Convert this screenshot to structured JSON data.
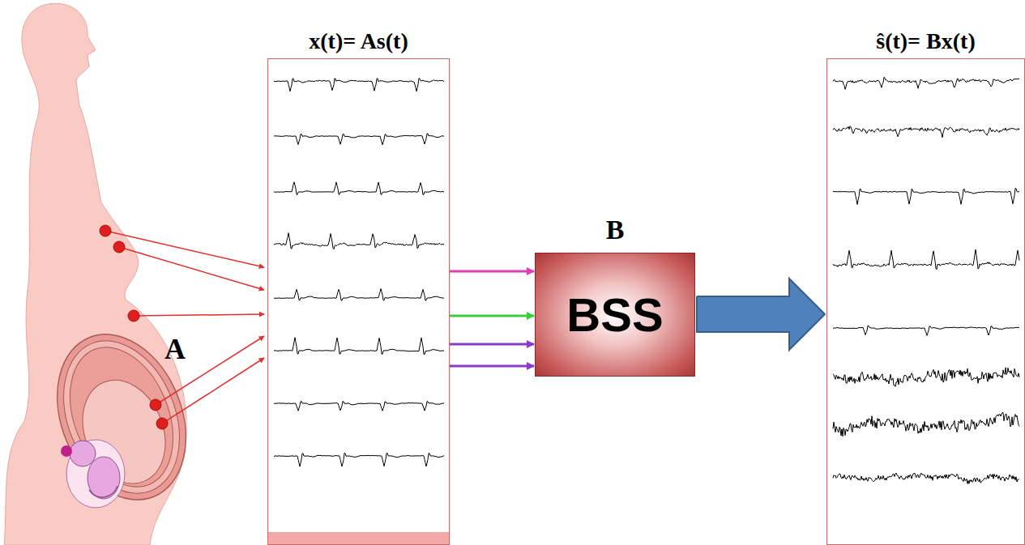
{
  "diagram": {
    "nodes": [
      {
        "text": [
          "x(t)= As(t)"
        ]
      },
      {
        "text": [
          "B",
          "BSS"
        ]
      },
      {
        "text": [
          "ŝ(t)= Bx(t)"
        ]
      }
    ],
    "edges": [
      {
        "from": 0,
        "to": 1,
        "arrow": "to"
      },
      {
        "from": 0,
        "to": 1,
        "arrow": "to"
      },
      {
        "from": 0,
        "to": 1,
        "arrow": "to"
      },
      {
        "from": 0,
        "to": 1,
        "arrow": "to"
      },
      {
        "from": 1,
        "to": 2,
        "arrow": "to"
      }
    ],
    "labels": [
      "A"
    ]
  }
}
